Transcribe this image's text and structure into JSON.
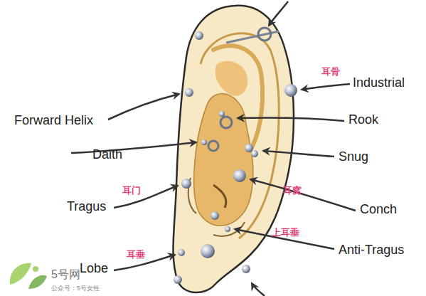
{
  "diagram": {
    "labels": [
      "Forward Helix",
      "Daith",
      "Tragus",
      "Lobe",
      "Industrial",
      "Rook",
      "Snug",
      "Conch",
      "Anti-Tragus",
      "耳骨",
      "耳门",
      "耳窝",
      "上耳垂",
      "耳垂",
      "5号网",
      "公众号：5号女性"
    ]
  }
}
